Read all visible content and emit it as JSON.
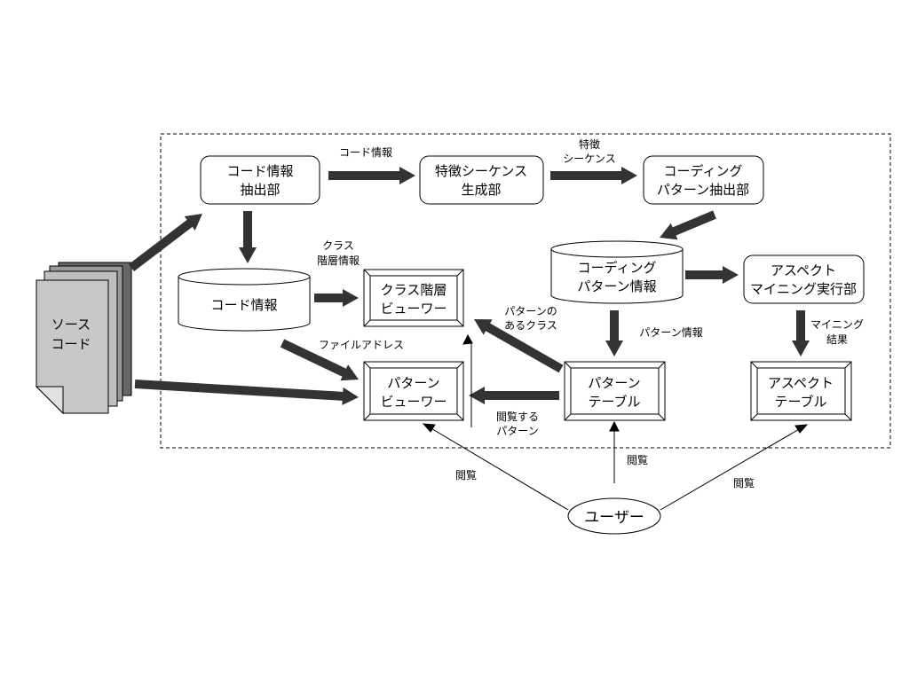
{
  "source": {
    "line1": "ソース",
    "line2": "コード"
  },
  "modules": {
    "code_extractor": {
      "line1": "コード情報",
      "line2": "抽出部"
    },
    "seq_generator": {
      "line1": "特徴シーケンス",
      "line2": "生成部"
    },
    "pattern_extractor": {
      "line1": "コーディング",
      "line2": "パターン抽出部"
    },
    "aspect_miner": {
      "line1": "アスペクト",
      "line2": "マイニング実行部"
    }
  },
  "stores": {
    "code_info": {
      "label": "コード情報"
    },
    "coding_pattern_info": {
      "line1": "コーディング",
      "line2": "パターン情報"
    }
  },
  "views": {
    "class_hierarchy_viewer": {
      "line1": "クラス階層",
      "line2": "ビューワー"
    },
    "pattern_viewer": {
      "line1": "パターン",
      "line2": "ビューワー"
    },
    "pattern_table": {
      "line1": "パターン",
      "line2": "テーブル"
    },
    "aspect_table": {
      "line1": "アスペクト",
      "line2": "テーブル"
    }
  },
  "user": {
    "label": "ユーザー"
  },
  "edge_labels": {
    "code_info": "コード情報",
    "feature_seq_1": "特徴",
    "feature_seq_2": "シーケンス",
    "class_hier_1": "クラス",
    "class_hier_2": "階層情報",
    "file_address": "ファイルアドレス",
    "pattern_class_1": "パターンの",
    "pattern_class_2": "あるクラス",
    "pattern_info": "パターン情報",
    "browse_pattern_1": "閲覧する",
    "browse_pattern_2": "パターン",
    "mining_result_1": "マイニング",
    "mining_result_2": "結果",
    "browse_left": "閲覧",
    "browse_center": "閲覧",
    "browse_right": "閲覧"
  }
}
